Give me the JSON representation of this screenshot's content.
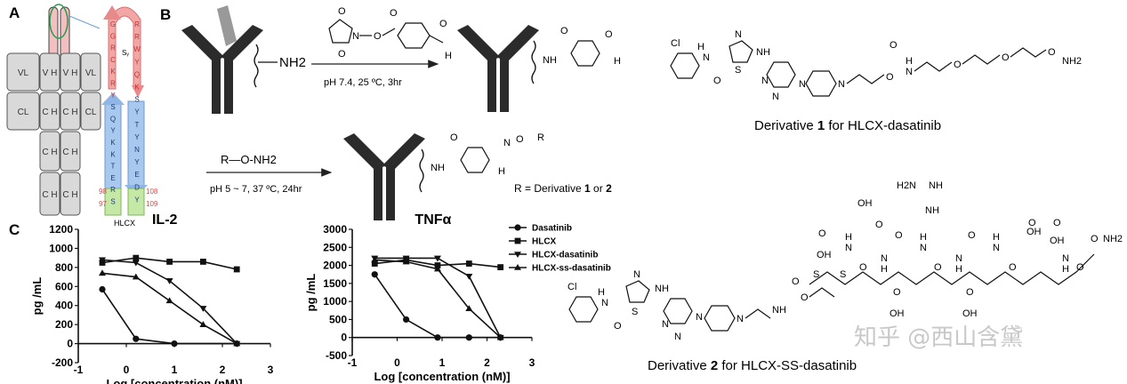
{
  "panels": {
    "a": "A",
    "b": "B",
    "c": "C"
  },
  "panel_a": {
    "domains": {
      "vl": "VL",
      "vh": "V H",
      "cl": "CL",
      "ch": "C H"
    },
    "hlcx_label": "HLCX",
    "left_strand": [
      "G",
      "G",
      "R",
      "C",
      "K",
      "R",
      "Y",
      "S",
      "Q",
      "Y",
      "K",
      "K",
      "T",
      "E",
      "R",
      "S"
    ],
    "right_strand": [
      "R",
      "R",
      "W",
      "Y",
      "Q",
      "K",
      "S",
      "Y",
      "T",
      "Y",
      "N",
      "Y",
      "E",
      "D",
      "Y"
    ],
    "numbers": [
      "98",
      "97",
      "108",
      "109"
    ],
    "sg": "Sᵧ"
  },
  "panel_b": {
    "amine": "NH2",
    "step1_conditions": "pH 7.4, 25 ºC, 3hr",
    "step2_reagent": "R—O-NH2",
    "step2_conditions": "pH 5 ~ 7, 37 ºC, 24hr",
    "r_definition": {
      "pre": "R = Derivative ",
      "n1": "1",
      "mid": " or ",
      "n2": "2"
    },
    "atoms": {
      "o": "O",
      "n": "N",
      "h": "H",
      "nh": "NH",
      "s": "S",
      "cl": "Cl",
      "nh2": "NH2",
      "h2n": "H2N",
      "oh": "OH",
      "r": "R"
    },
    "derivative1": {
      "pre": "Derivative ",
      "num": "1",
      "post": " for HLCX-dasatinib"
    },
    "derivative2": {
      "pre": "Derivative ",
      "num": "2",
      "post": " for HLCX-SS-dasatinib"
    }
  },
  "watermark": "知乎 @西山含黛",
  "colors": {
    "antibody": "#2b2b2b",
    "heavy": "#cfcfcf",
    "red_arrow": "#f2a6a6",
    "blue_arrow": "#a9c8ee",
    "green_box": "#c6e8a6"
  },
  "chart_data": [
    {
      "type": "line",
      "title": "IL-2",
      "xlabel": "Log [concentration (nM)]",
      "ylabel": "pg /mL",
      "xlim": [
        -1,
        3
      ],
      "ylim": [
        -200,
        1200
      ],
      "xticks": [
        "-1",
        "0",
        "1",
        "2",
        "3"
      ],
      "yticks": [
        "-200",
        "0",
        "200",
        "400",
        "600",
        "800",
        "1000",
        "1200"
      ],
      "series": [
        {
          "name": "Dasatinib",
          "marker": "circle",
          "x": [
            -0.5,
            0.2,
            1.0,
            2.3
          ],
          "y": [
            570,
            50,
            0,
            0
          ]
        },
        {
          "name": "HLCX",
          "marker": "square",
          "x": [
            -0.5,
            0.2,
            0.9,
            1.6,
            2.3
          ],
          "y": [
            850,
            900,
            860,
            860,
            780
          ]
        },
        {
          "name": "HLCX-dasatinib",
          "marker": "tri-down",
          "x": [
            -0.5,
            0.2,
            0.9,
            1.6,
            2.3
          ],
          "y": [
            880,
            850,
            660,
            370,
            0
          ]
        },
        {
          "name": "HLCX-ss-dasatinib",
          "marker": "tri-up",
          "x": [
            -0.5,
            0.2,
            0.9,
            1.6,
            2.3
          ],
          "y": [
            740,
            700,
            450,
            200,
            0
          ]
        }
      ]
    },
    {
      "type": "line",
      "title": "TNFα",
      "xlabel": "Log [concentration (nM)]",
      "ylabel": "pg /mL",
      "xlim": [
        -1,
        3
      ],
      "ylim": [
        -500,
        3000
      ],
      "xticks": [
        "-1",
        "0",
        "1",
        "2",
        "3"
      ],
      "yticks": [
        "-500",
        "0",
        "500",
        "1000",
        "1500",
        "2000",
        "2500",
        "3000"
      ],
      "series": [
        {
          "name": "Dasatinib",
          "marker": "circle",
          "x": [
            -0.5,
            0.2,
            0.9,
            1.6,
            2.3
          ],
          "y": [
            1750,
            500,
            0,
            0,
            0
          ]
        },
        {
          "name": "HLCX",
          "marker": "square",
          "x": [
            -0.5,
            0.2,
            0.9,
            1.6,
            2.3
          ],
          "y": [
            2050,
            2150,
            2000,
            2050,
            1950
          ]
        },
        {
          "name": "HLCX-dasatinib",
          "marker": "tri-down",
          "x": [
            -0.5,
            0.2,
            0.9,
            1.6,
            2.3
          ],
          "y": [
            2200,
            2200,
            2200,
            1700,
            0
          ]
        },
        {
          "name": "HLCX-ss-dasatinib",
          "marker": "tri-up",
          "x": [
            -0.5,
            0.2,
            0.9,
            1.6,
            2.3
          ],
          "y": [
            2150,
            2100,
            1900,
            800,
            0
          ]
        }
      ]
    }
  ]
}
